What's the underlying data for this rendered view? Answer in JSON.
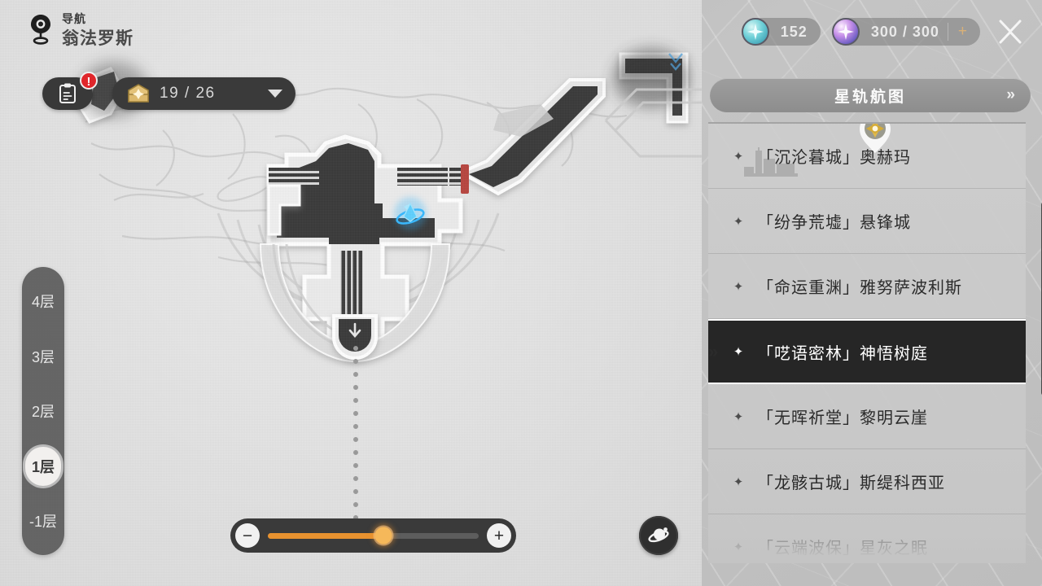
{
  "nav": {
    "kicker": "导航",
    "location": "翁法罗斯",
    "pin_icon": "map-pin-icon"
  },
  "quest_button": {
    "icon": "clipboard-icon",
    "badge": "!"
  },
  "chest_counter": {
    "icon": "treasure-chest-icon",
    "value": "19 / 26",
    "caret": "chevron-down-icon"
  },
  "floor_selector": {
    "items": [
      {
        "label": "4层",
        "active": false
      },
      {
        "label": "3层",
        "active": false
      },
      {
        "label": "2层",
        "active": false
      },
      {
        "label": "1层",
        "active": true
      },
      {
        "label": "-1层",
        "active": false
      }
    ]
  },
  "zoom_control": {
    "minus_label": "−",
    "plus_label": "+",
    "value_percent": 55
  },
  "globe_button": {
    "icon": "planet-icon"
  },
  "currencies": [
    {
      "name": "stellar-jade",
      "icon": "jade-orb-icon",
      "value": "152",
      "has_plus": false
    },
    {
      "name": "trailblaze-power",
      "icon": "power-orb-icon",
      "value": "300 / 300",
      "has_plus": true,
      "plus_label": "+"
    }
  ],
  "close_button": {
    "icon": "close-icon"
  },
  "star_panel": {
    "title": "星轨航图",
    "expand_icon": "double-chevron-right-icon",
    "marker_icon": "compass-marker-icon",
    "selected_indicator": "double-chevron-right-icon",
    "locations": [
      {
        "label": "「沉沦暮城」奥赫玛",
        "star": "✦",
        "selected": false,
        "has_silhouette": true,
        "partial": false
      },
      {
        "label": "「纷争荒墟」悬锋城",
        "star": "✦",
        "selected": false,
        "has_silhouette": false,
        "partial": false
      },
      {
        "label": "「命运重渊」雅努萨波利斯",
        "star": "✦",
        "selected": false,
        "has_silhouette": false,
        "partial": false
      },
      {
        "label": "「呓语密林」神悟树庭",
        "star": "✦",
        "selected": true,
        "has_silhouette": false,
        "partial": false
      },
      {
        "label": "「无晖祈堂」黎明云崖",
        "star": "✦",
        "selected": false,
        "has_silhouette": false,
        "partial": false
      },
      {
        "label": "「龙骸古城」斯缇科西亚",
        "star": "✦",
        "selected": false,
        "has_silhouette": false,
        "partial": false
      },
      {
        "label": "「云端波保」星灰之眠",
        "star": "✦",
        "selected": false,
        "has_silhouette": false,
        "partial": true
      }
    ]
  },
  "map": {
    "player_marker": "player-position-icon",
    "stair_down_icon": "arrow-down-icon",
    "colors": {
      "floor_light": "#e6e6e6",
      "floor_dark": "#3a3a3a",
      "accent_orange": "#e8922f",
      "accent_red": "#b8453f",
      "player_blue": "#29a8ff"
    }
  }
}
